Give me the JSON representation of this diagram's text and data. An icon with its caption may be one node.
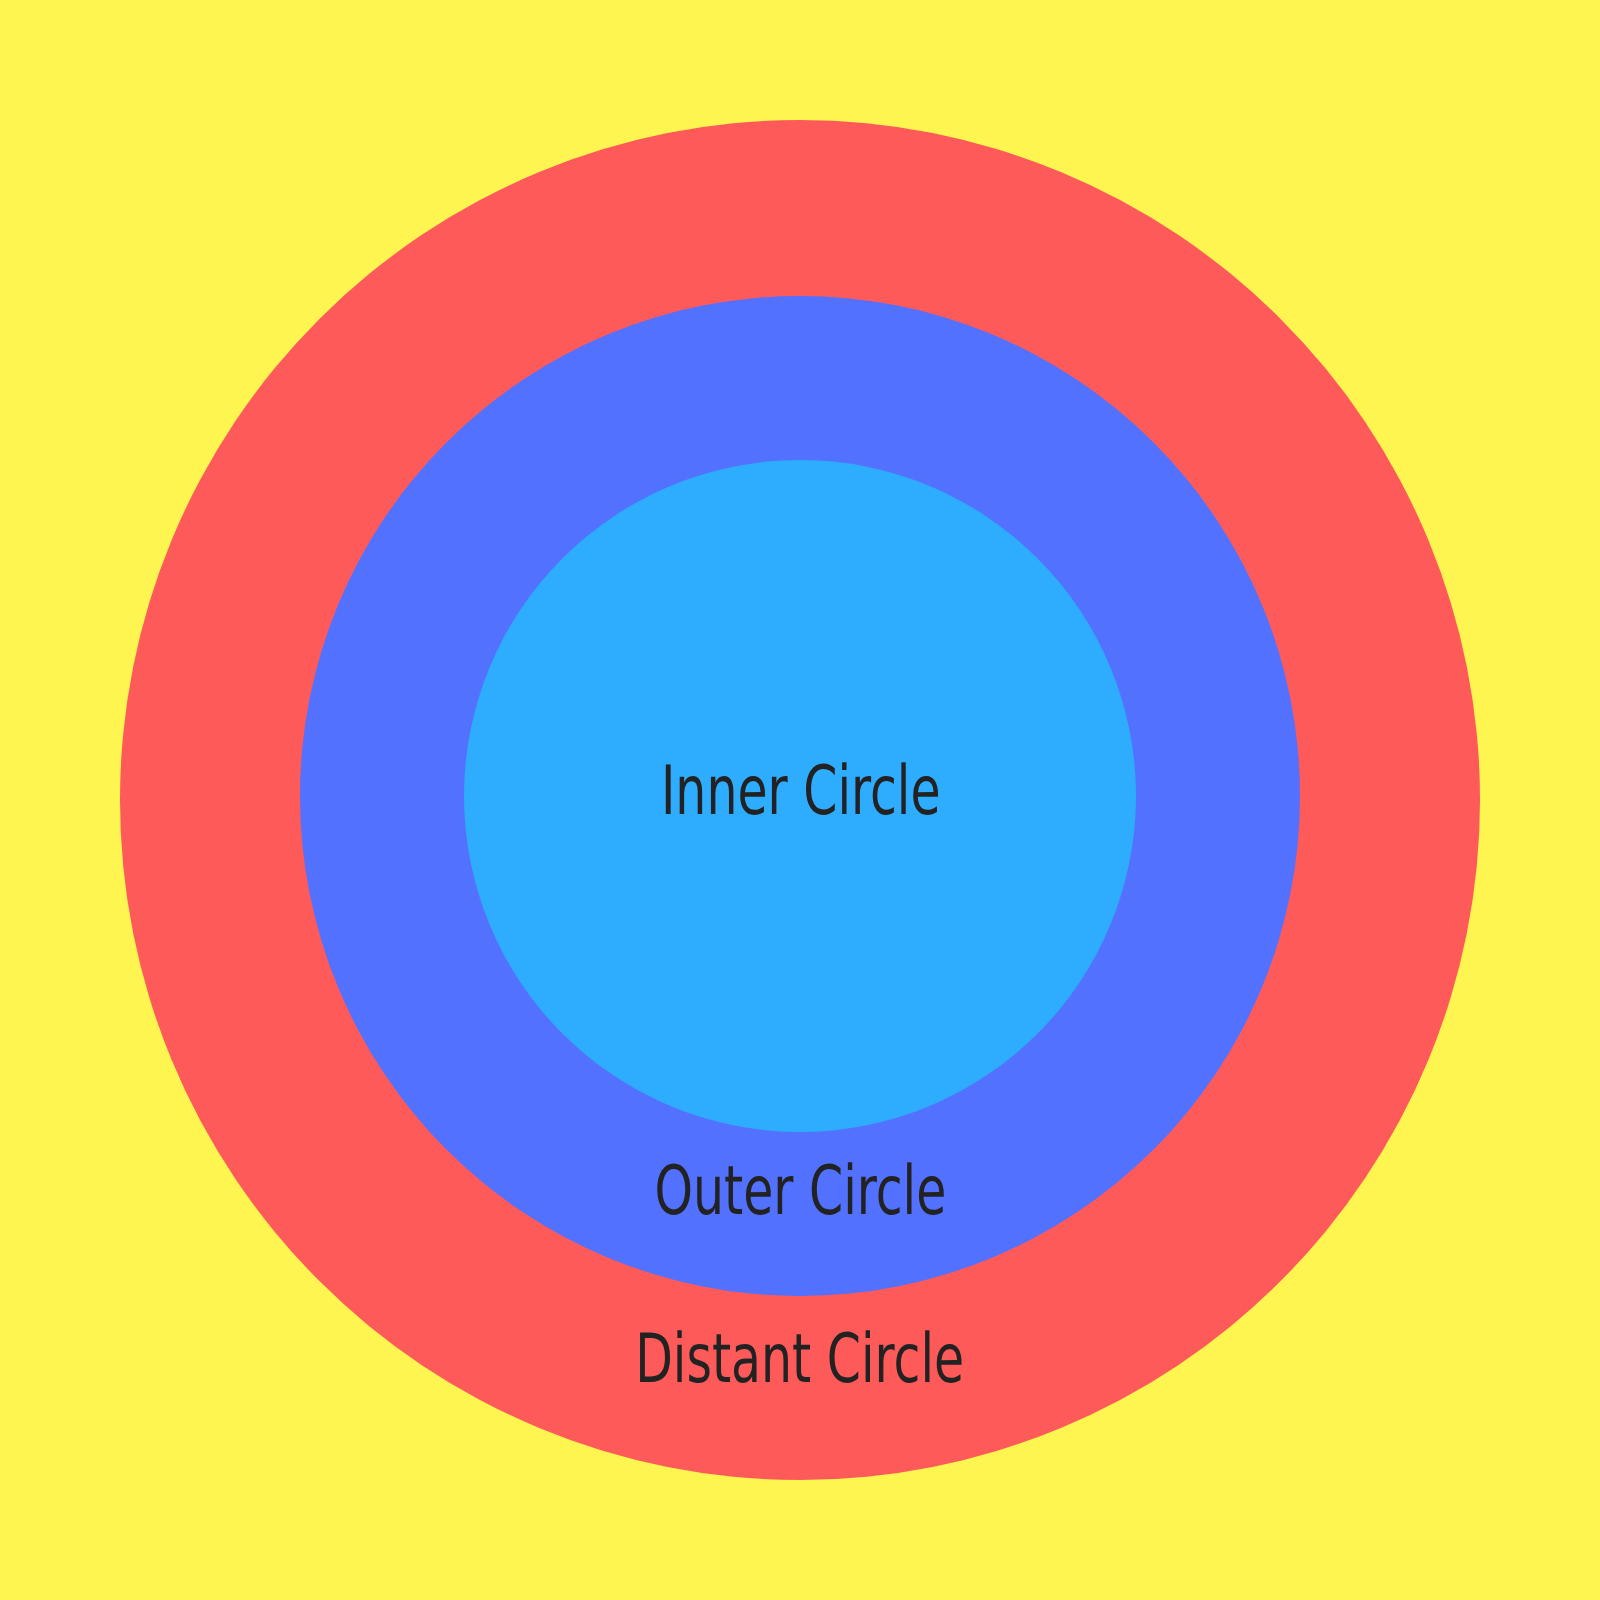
{
  "diagram": {
    "nodes": [
      {
        "text": [
          "Distant Circle"
        ]
      },
      {
        "text": [
          "Outer Circle"
        ],
        "in": 0
      },
      {
        "text": [
          "Inner Circle"
        ],
        "in": 1
      }
    ]
  }
}
